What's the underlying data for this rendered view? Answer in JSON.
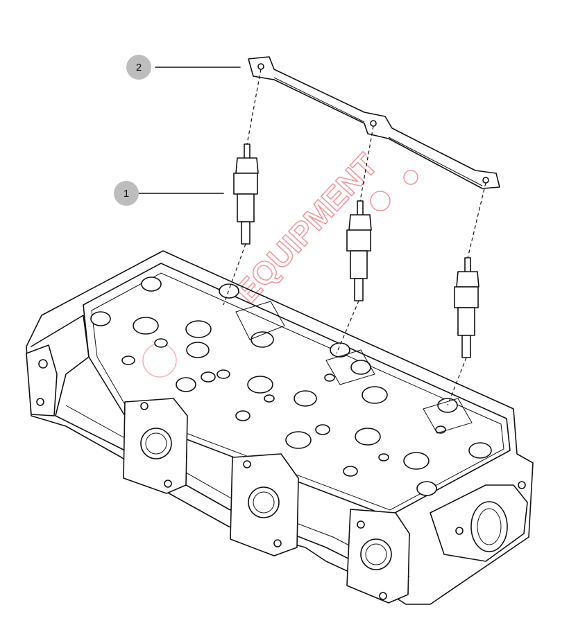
{
  "callouts": [
    {
      "label": "1"
    },
    {
      "label": "2"
    }
  ],
  "watermark": {
    "text": "EQUIPMENT"
  },
  "colors": {
    "line": "#111111",
    "callout_fill": "#bdbdbd",
    "watermark": "#e8434b",
    "background": "#ffffff"
  }
}
